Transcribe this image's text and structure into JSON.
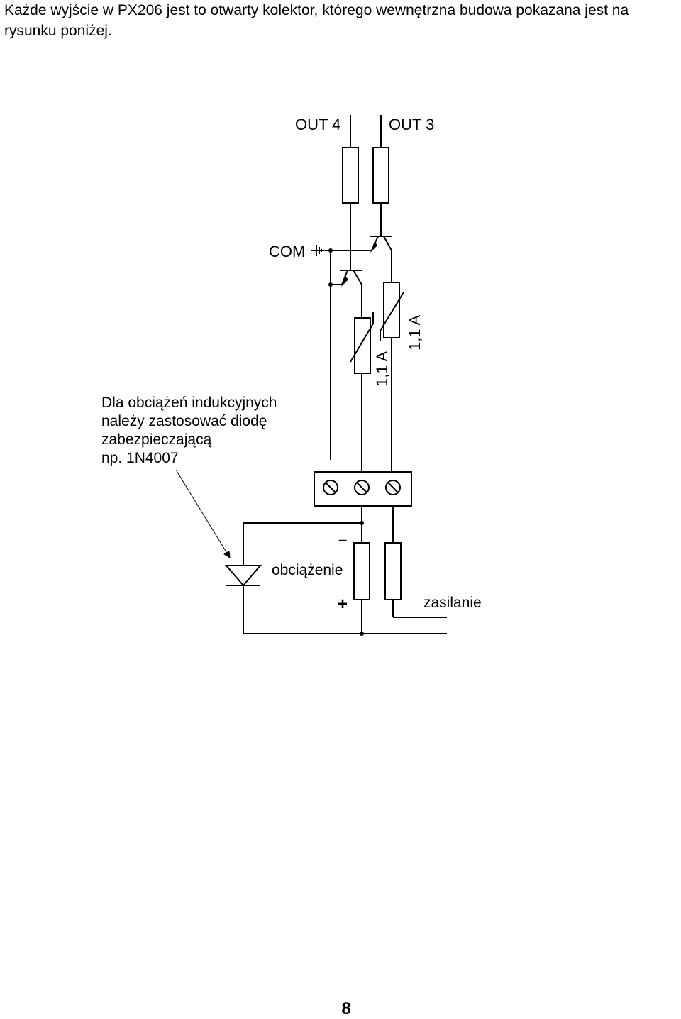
{
  "intro_text": "Każde wyjście w PX206 jest to otwarty kolektor, którego wewnętrzna budowa pokazana jest na rysunku poniżej.",
  "diagram": {
    "out4_label": "OUT 4",
    "out3_label": "OUT 3",
    "com_label": "COM",
    "fuse1_label": "1,1 A",
    "fuse2_label": "1,1 A",
    "load_label": "obciążenie",
    "minus_label": "–",
    "plus_label": "+",
    "supply_label": "zasilanie"
  },
  "note": {
    "line1": "Dla obciążeń indukcyjnych",
    "line2": "należy zastosować diodę",
    "line3": "zabezpieczającą",
    "line4": "np. 1N4007"
  },
  "page_number": "8"
}
